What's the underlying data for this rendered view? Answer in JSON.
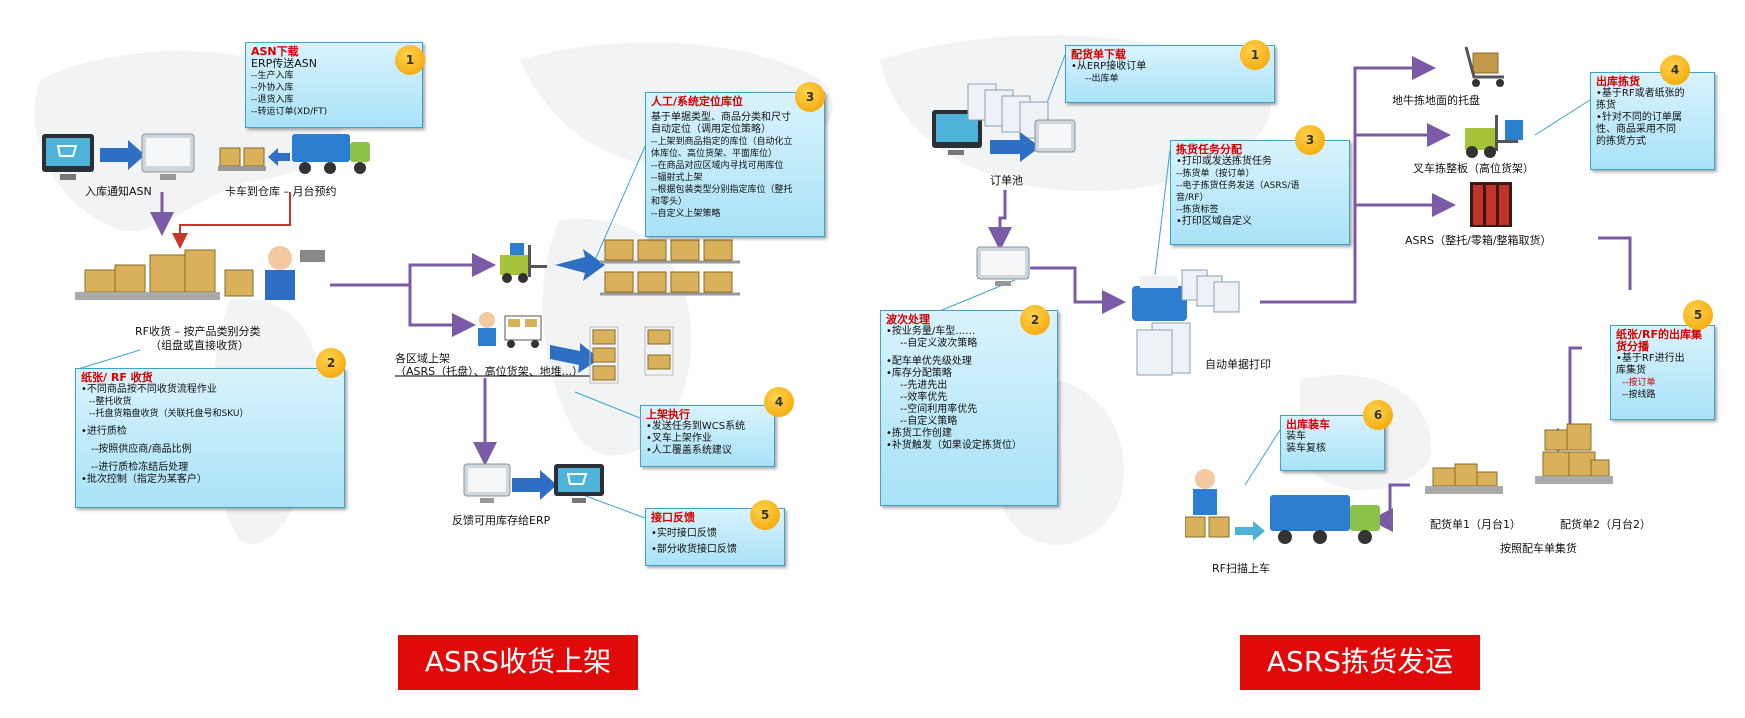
{
  "left": {
    "labels": {
      "asn": "入库通知ASN",
      "truck": "卡车到仓库 – 月台预约",
      "rf_receipt_1": "RF收货 – 按产品类别分类",
      "rf_receipt_2": "（组盘或直接收货）",
      "zone_1": "各区域上架",
      "zone_2": "（ASRS（托盘）、高位货架、地堆...）",
      "feedback": "反馈可用库存给ERP"
    },
    "c1": {
      "badge": "1",
      "title": "ASN下载",
      "lines": [
        "ERP传送ASN",
        "--生产入库",
        "--外协入库",
        "--退货入库",
        "--转运订单(XD/FT)"
      ]
    },
    "c2": {
      "badge": "2",
      "title": "纸张/ RF 收货",
      "lines": [
        "•不同商品按不同收货流程作业",
        "--整托收货",
        "--托盘货箱盘收货（关联托盘号和SKU）",
        "•进行质检",
        "--按照供应商/商品比例",
        "--进行质检冻结后处理",
        "•批次控制（指定为某客户）"
      ]
    },
    "c3": {
      "badge": "3",
      "title": "人工/系统定位库位",
      "lines": [
        "基于单据类型、商品分类和尺寸",
        "自动定位（调用定位策略）",
        "--上架到商品指定的库位（自动化立",
        "体库位、高位货架、平面库位）",
        "--在商品对应区域内寻找可用库位",
        "--辐射式上架",
        "--根据包装类型分别指定库位（整托",
        "和零头）",
        "--自定义上架策略"
      ]
    },
    "c4": {
      "badge": "4",
      "title": "上架执行",
      "lines": [
        "•发送任务到WCS系统",
        "•叉车上架作业",
        "•人工覆盖系统建议"
      ]
    },
    "c5": {
      "badge": "5",
      "title": "接口反馈",
      "lines": [
        "•实时接口反馈",
        "•部分收货接口反馈"
      ]
    },
    "banner": "ASRS收货上架"
  },
  "right": {
    "labels": {
      "order_pool": "订单池",
      "auto_print": "自动单据打印",
      "floor_pick": "地牛拣地面的托盘",
      "forklift_pick": "叉车拣整板（高位货架）",
      "asrs_pick": "ASRS（整托/零箱/整箱取货）",
      "order1": "配货单1（月台1）",
      "order2": "配货单2（月台2）",
      "consolidate": "按照配车单集货",
      "rf_load": "RF扫描上车"
    },
    "c1": {
      "badge": "1",
      "title": "配货单下载",
      "lines": [
        "•从ERP接收订单",
        "--出库单"
      ]
    },
    "c2": {
      "badge": "2",
      "title": "波次处理",
      "lines": [
        "•按业务量/车型……",
        "--自定义波次策略",
        "•配车单优先级处理",
        "•库存分配策略",
        "--先进先出",
        "--效率优先",
        "--空间利用率优先",
        "--自定义策略",
        "•拣货工作创建",
        "•补货触发（如果设定拣货位）"
      ]
    },
    "c3": {
      "badge": "3",
      "title": "拣货任务分配",
      "lines": [
        "•打印或发送拣货任务",
        "--拣货单（按订单）",
        "--电子拣货任务发送（ASRS/语",
        "音/RF）",
        "--拣货标签",
        "•打印区域自定义"
      ]
    },
    "c4": {
      "badge": "4",
      "title": "出库拣货",
      "lines": [
        "•基于RF或者纸张的",
        "拣货",
        "•针对不同的订单属",
        "性、商品采用不同",
        "的拣货方式"
      ]
    },
    "c5": {
      "badge": "5",
      "title": "纸张/RF的出库集货分播",
      "lines": [
        "•基于RF进行出",
        "库集货",
        "--按订单",
        "--按线路"
      ]
    },
    "c6": {
      "badge": "6",
      "title": "出库装车",
      "lines": [
        "装车",
        "装车复核"
      ]
    },
    "banner": "ASRS拣货发运"
  },
  "colors": {
    "callout_border": "#3fa3c9",
    "badge": "#f3a100",
    "arrow_purple": "#7b5aa6",
    "arrow_blue": "#2f6fc3",
    "arrow_red": "#c0392b",
    "banner": "#e10a0a"
  }
}
